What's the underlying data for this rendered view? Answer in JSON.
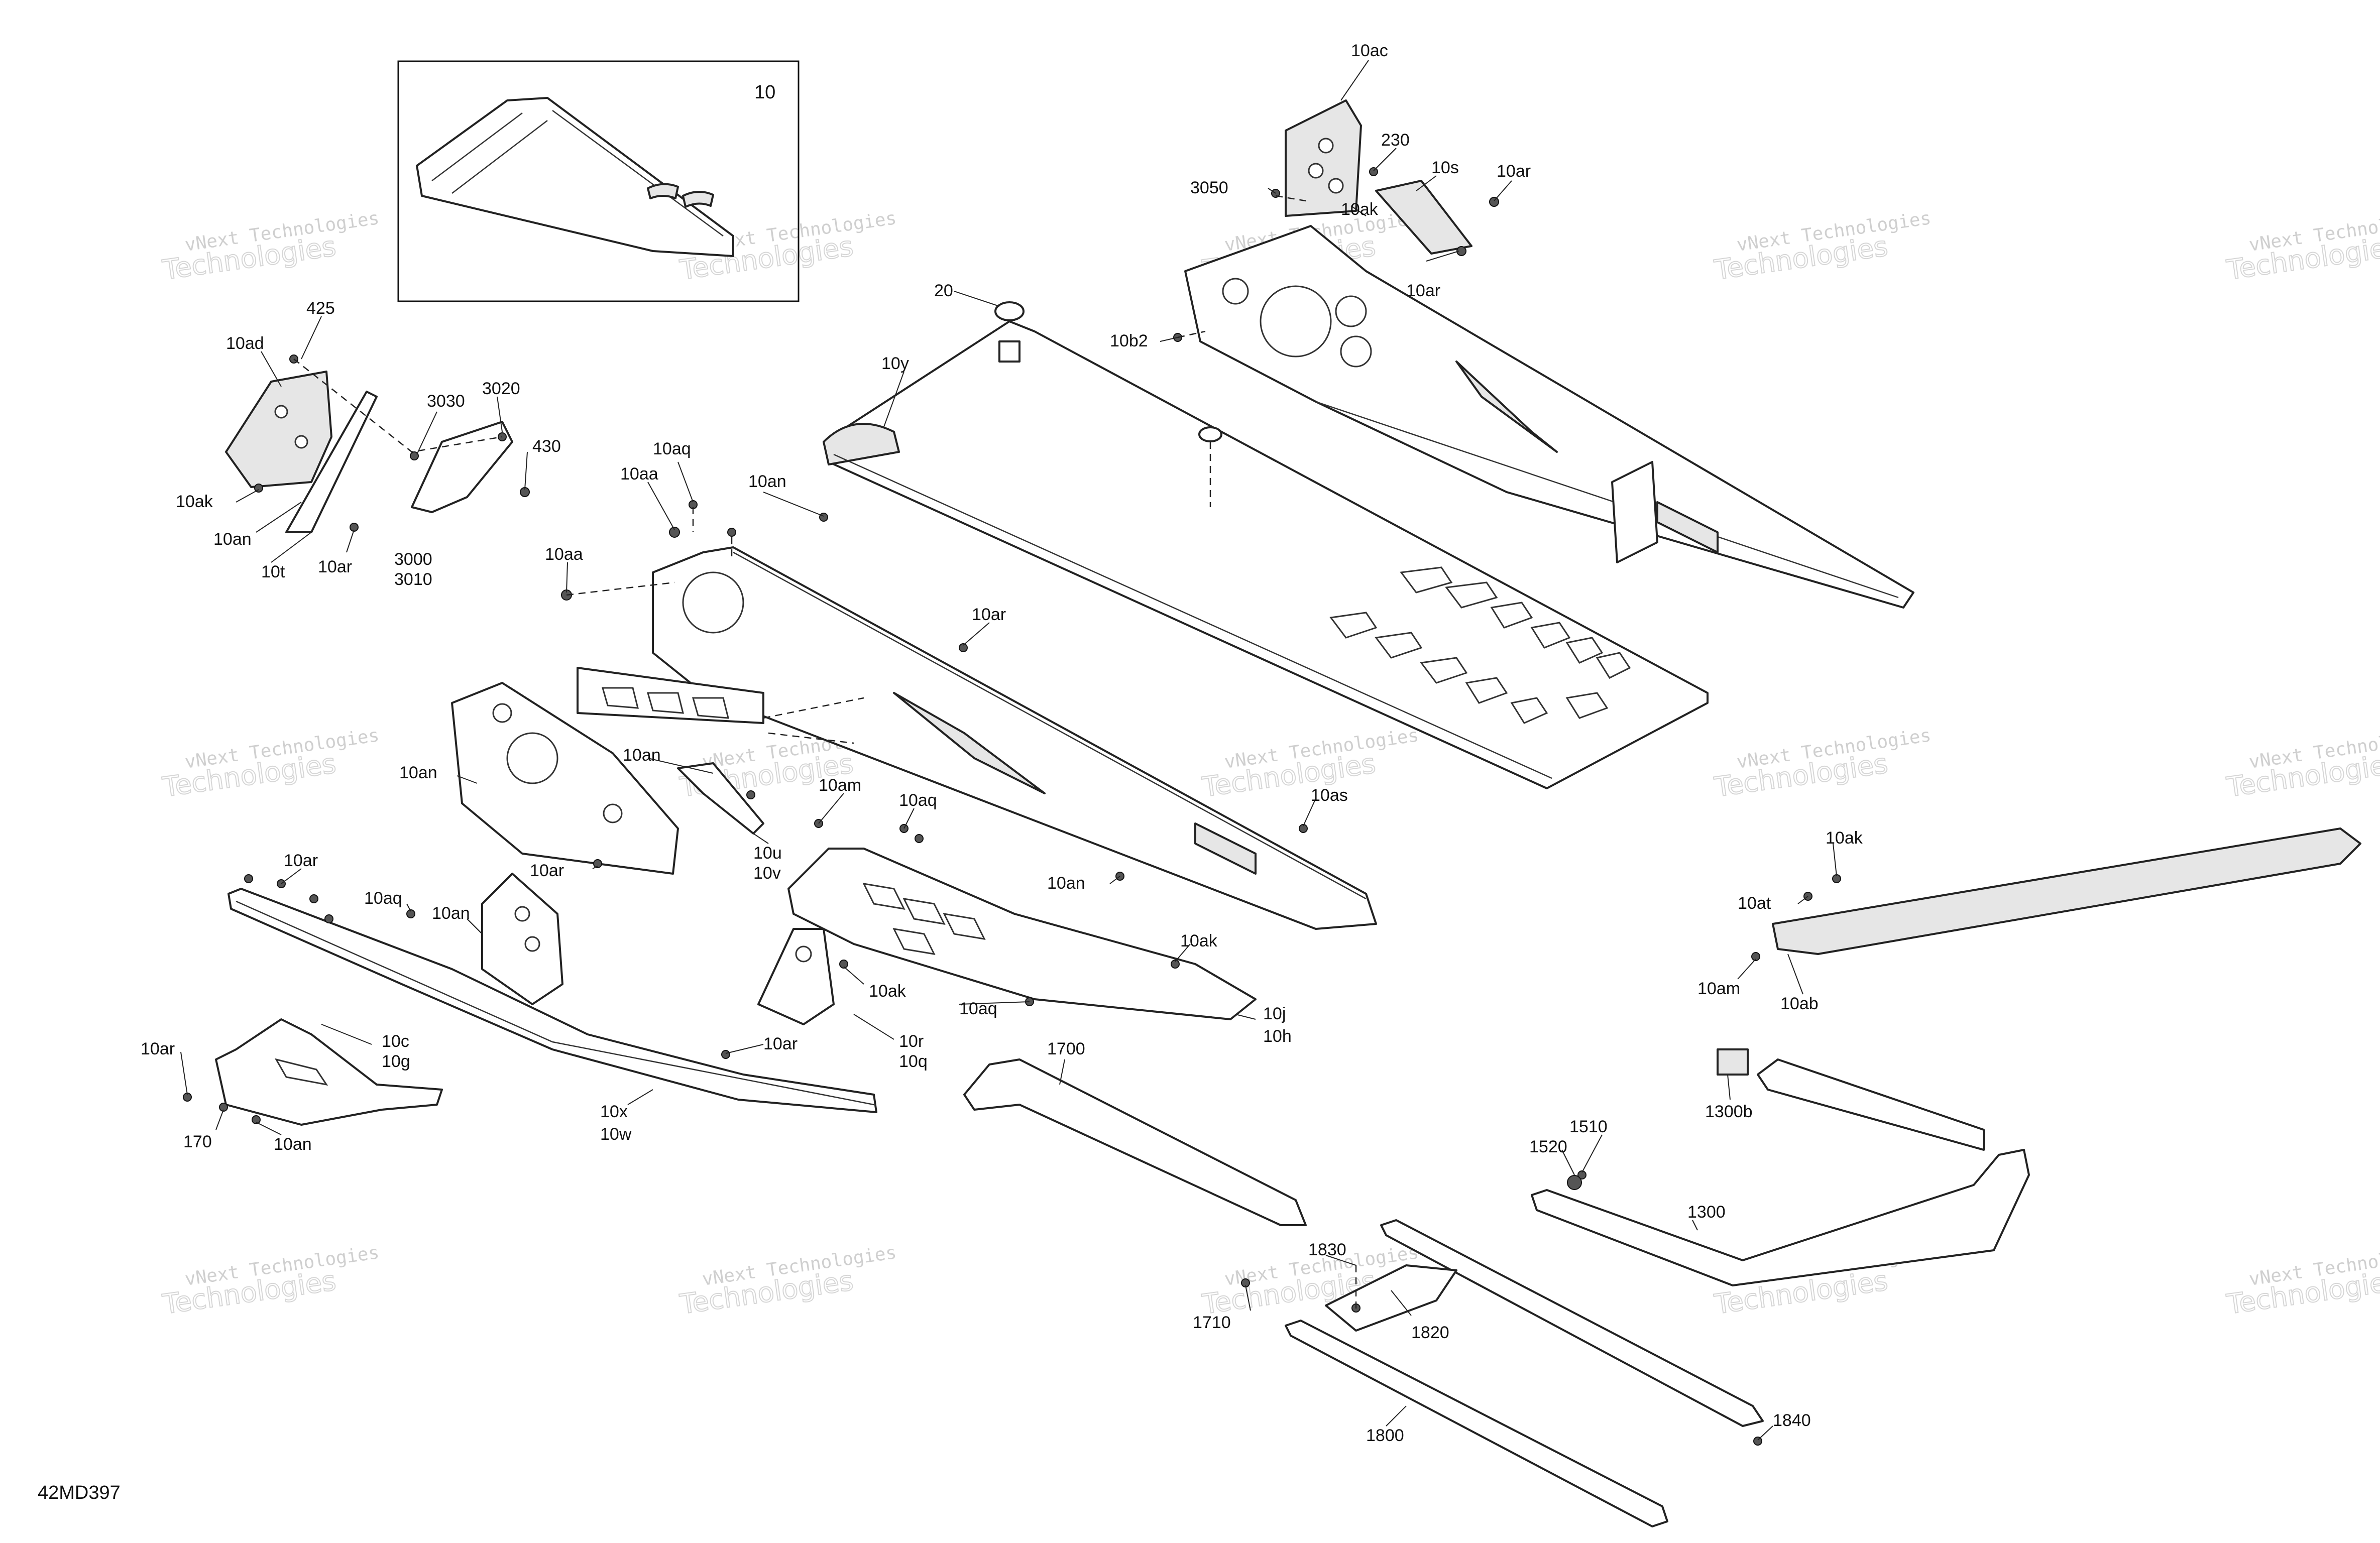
{
  "figure": {
    "code": "42MD397",
    "inset_label": "10"
  },
  "watermark": {
    "line1": "vNext Technologies",
    "line2": "Technologies",
    "line2_prefix": "vNext"
  },
  "callouts": [
    {
      "id": "c-10ac",
      "text": "10ac"
    },
    {
      "id": "c-230",
      "text": "230"
    },
    {
      "id": "c-10s",
      "text": "10s"
    },
    {
      "id": "c-10ar-a",
      "text": "10ar"
    },
    {
      "id": "c-3050",
      "text": "3050"
    },
    {
      "id": "c-10ak-a",
      "text": "10ak"
    },
    {
      "id": "c-10ar-b",
      "text": "10ar"
    },
    {
      "id": "c-10b2",
      "text": "10b2"
    },
    {
      "id": "c-20",
      "text": "20"
    },
    {
      "id": "c-10y",
      "text": "10y"
    },
    {
      "id": "c-425",
      "text": "425"
    },
    {
      "id": "c-10ad",
      "text": "10ad"
    },
    {
      "id": "c-3030",
      "text": "3030"
    },
    {
      "id": "c-3020",
      "text": "3020"
    },
    {
      "id": "c-430",
      "text": "430"
    },
    {
      "id": "c-10aq-a",
      "text": "10aq"
    },
    {
      "id": "c-10aa-a",
      "text": "10aa"
    },
    {
      "id": "c-10an-a",
      "text": "10an"
    },
    {
      "id": "c-10ak-b",
      "text": "10ak"
    },
    {
      "id": "c-10an-b",
      "text": "10an"
    },
    {
      "id": "c-10t",
      "text": "10t"
    },
    {
      "id": "c-10ar-c",
      "text": "10ar"
    },
    {
      "id": "c-3000",
      "text": "3000"
    },
    {
      "id": "c-3010",
      "text": "3010"
    },
    {
      "id": "c-10aa-b",
      "text": "10aa"
    },
    {
      "id": "c-10ar-d",
      "text": "10ar"
    },
    {
      "id": "c-10an-c",
      "text": "10an"
    },
    {
      "id": "c-10an-d",
      "text": "10an"
    },
    {
      "id": "c-10am-a",
      "text": "10am"
    },
    {
      "id": "c-10aq-b",
      "text": "10aq"
    },
    {
      "id": "c-10u",
      "text": "10u"
    },
    {
      "id": "c-10v",
      "text": "10v"
    },
    {
      "id": "c-10as",
      "text": "10as"
    },
    {
      "id": "c-10ar-e",
      "text": "10ar"
    },
    {
      "id": "c-10ar-f",
      "text": "10ar"
    },
    {
      "id": "c-10aq-c",
      "text": "10aq"
    },
    {
      "id": "c-10an-e",
      "text": "10an"
    },
    {
      "id": "c-10an-f",
      "text": "10an"
    },
    {
      "id": "c-10ak-c",
      "text": "10ak"
    },
    {
      "id": "c-10ak-d",
      "text": "10ak"
    },
    {
      "id": "c-10aq-d",
      "text": "10aq"
    },
    {
      "id": "c-10j",
      "text": "10j"
    },
    {
      "id": "c-10h",
      "text": "10h"
    },
    {
      "id": "c-10r",
      "text": "10r"
    },
    {
      "id": "c-10q",
      "text": "10q"
    },
    {
      "id": "c-10ar-g",
      "text": "10ar"
    },
    {
      "id": "c-10ar-h",
      "text": "10ar"
    },
    {
      "id": "c-10c",
      "text": "10c"
    },
    {
      "id": "c-10g",
      "text": "10g"
    },
    {
      "id": "c-170",
      "text": "170"
    },
    {
      "id": "c-10an-g",
      "text": "10an"
    },
    {
      "id": "c-10x",
      "text": "10x"
    },
    {
      "id": "c-10w",
      "text": "10w"
    },
    {
      "id": "c-10ak-e",
      "text": "10ak"
    },
    {
      "id": "c-10at",
      "text": "10at"
    },
    {
      "id": "c-10am-b",
      "text": "10am"
    },
    {
      "id": "c-10ab",
      "text": "10ab"
    },
    {
      "id": "c-1700",
      "text": "1700"
    },
    {
      "id": "c-1300b",
      "text": "1300b"
    },
    {
      "id": "c-1510",
      "text": "1510"
    },
    {
      "id": "c-1520",
      "text": "1520"
    },
    {
      "id": "c-1300",
      "text": "1300"
    },
    {
      "id": "c-1830",
      "text": "1830"
    },
    {
      "id": "c-1710",
      "text": "1710"
    },
    {
      "id": "c-1820",
      "text": "1820"
    },
    {
      "id": "c-1800",
      "text": "1800"
    },
    {
      "id": "c-1840",
      "text": "1840"
    }
  ]
}
